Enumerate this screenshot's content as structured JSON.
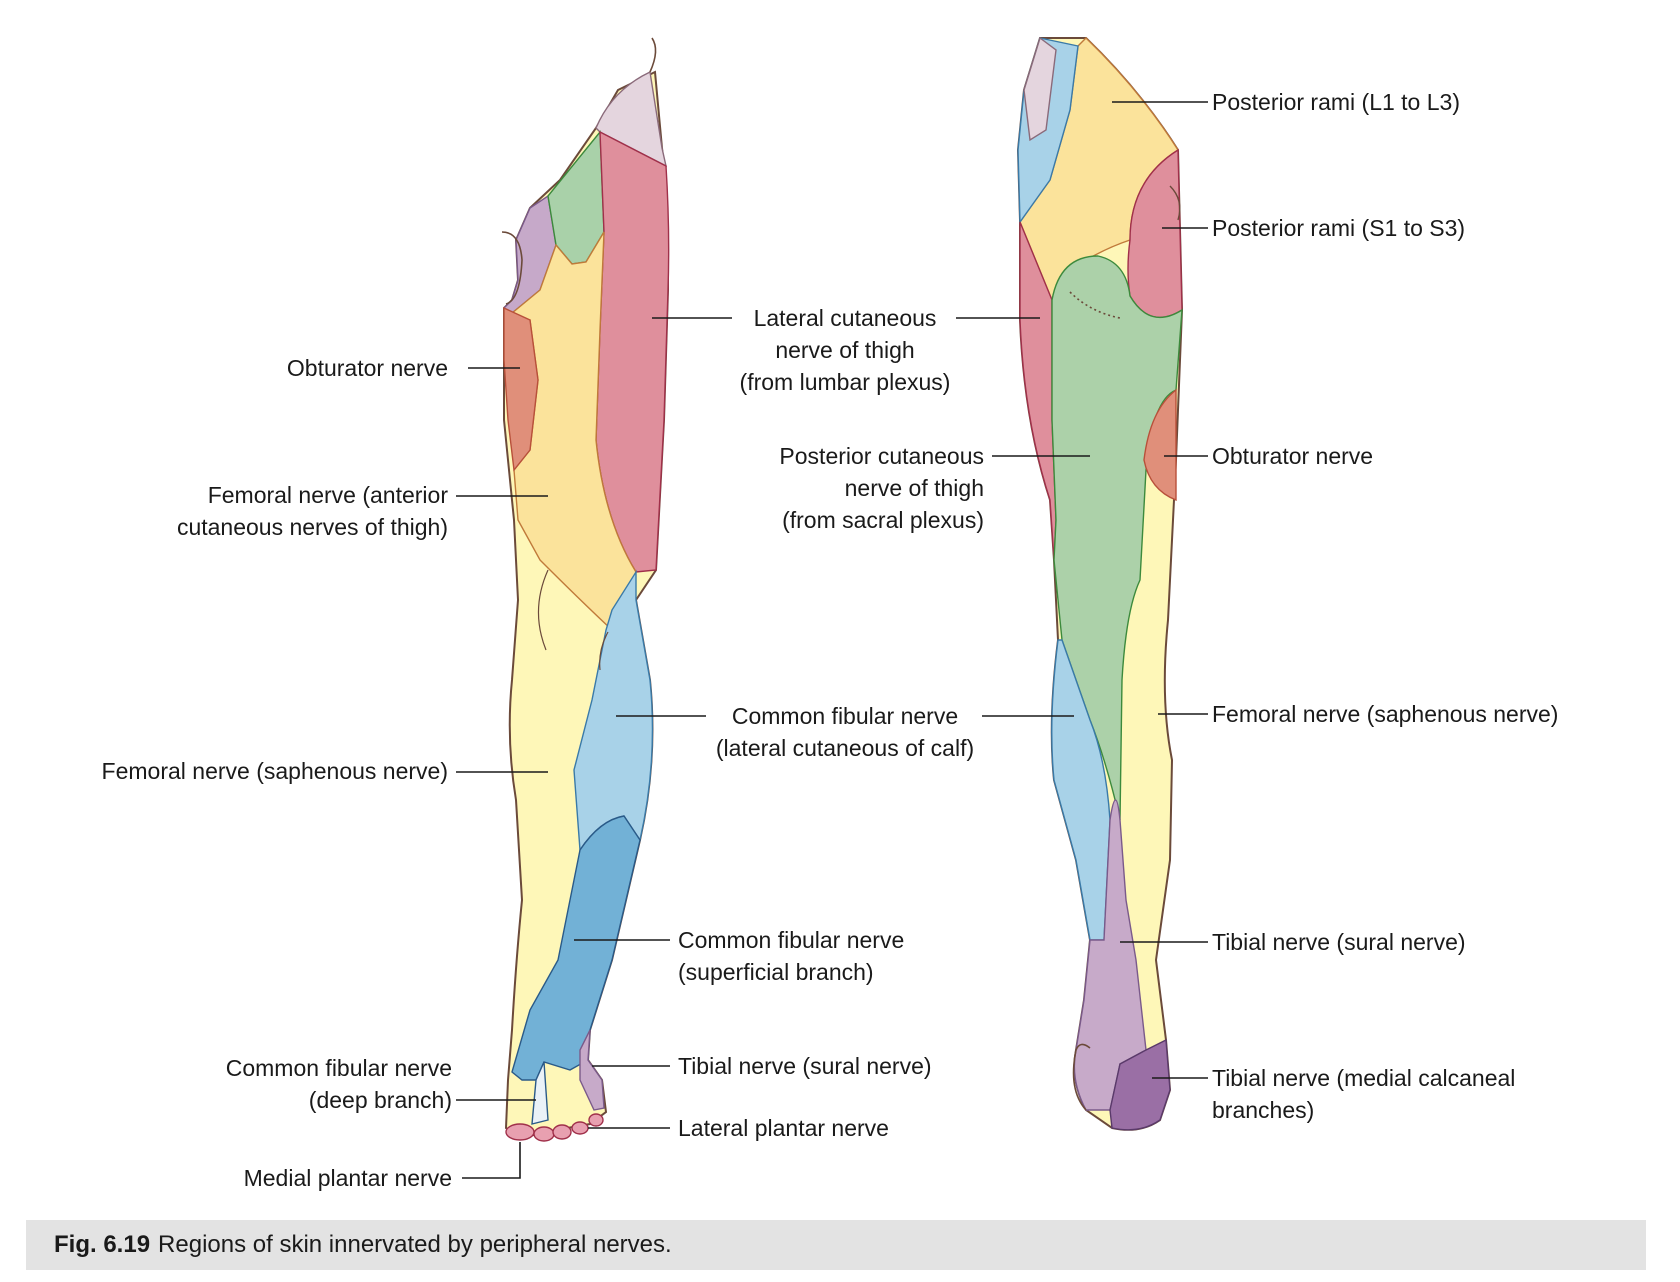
{
  "colors": {
    "obturator": "#e08f7a",
    "femoral_anterior": "#fbe39b",
    "lateral_cutaneous": "#df8f9c",
    "saphenous": "#fef7b8",
    "genitofemoral": "#a9d1a9",
    "ilioinguinal": "#c6a9c9",
    "subcostal": "#e4d5de",
    "fibular_lateral_calf": "#a8d2e8",
    "fibular_superficial": "#72b1d6",
    "sural": "#c7aac9",
    "plantar": "#e8a0b0",
    "posterior_rami_lumbar": "#fbe39b",
    "posterior_rami_sacral": "#df8f9c",
    "posterior_cutaneous": "#acd1a9",
    "medial_calcaneal": "#9a6fa5",
    "outline": "#6b4a3a",
    "caption_bg": "#e3e3e3"
  },
  "anterior_labels": {
    "obturator": "Obturator nerve",
    "femoral_anterior_1": "Femoral nerve (anterior",
    "femoral_anterior_2": "cutaneous nerves of thigh)",
    "saphenous": "Femoral nerve (saphenous nerve)",
    "fibular_deep_1": "Common fibular nerve",
    "fibular_deep_2": "(deep branch)",
    "medial_plantar": "Medial plantar nerve",
    "lateral_cutaneous_1": "Lateral cutaneous",
    "lateral_cutaneous_2": "nerve of thigh",
    "lateral_cutaneous_3": "(from lumbar plexus)",
    "fibular_calf_1": "Common fibular nerve",
    "fibular_calf_2": "(lateral cutaneous of calf)",
    "fibular_superficial_1": "Common fibular nerve",
    "fibular_superficial_2": "(superficial branch)",
    "sural": "Tibial nerve (sural nerve)",
    "lateral_plantar": "Lateral plantar nerve"
  },
  "posterior_labels": {
    "posterior_cutaneous_1": "Posterior cutaneous",
    "posterior_cutaneous_2": "nerve of thigh",
    "posterior_cutaneous_3": "(from sacral plexus)",
    "rami_lumbar": "Posterior rami (L1 to L3)",
    "rami_sacral": "Posterior rami (S1 to S3)",
    "obturator": "Obturator nerve",
    "saphenous": "Femoral nerve (saphenous nerve)",
    "sural": "Tibial nerve (sural nerve)",
    "calcaneal_1": "Tibial nerve (medial calcaneal",
    "calcaneal_2": "branches)"
  },
  "caption": {
    "number": "Fig. 6.19",
    "text": "Regions of skin innervated by peripheral nerves."
  }
}
